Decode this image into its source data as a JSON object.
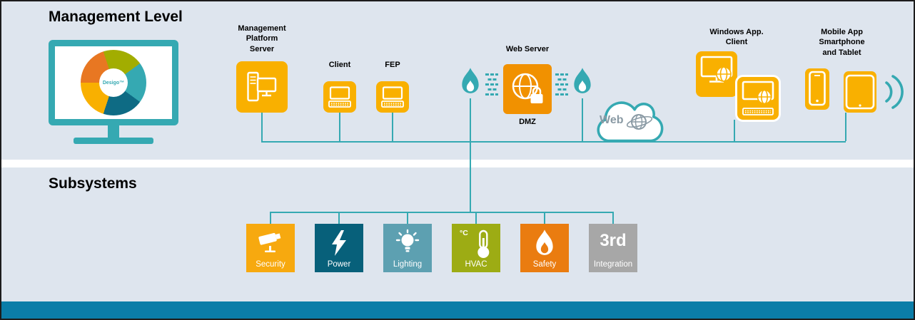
{
  "colors": {
    "teal": "#35a9b2",
    "band_bg": "#dee5ee",
    "bottom_bar": "#0b7da8",
    "device_yellow": "#f9b000",
    "web_server_orange": "#f19100",
    "cloud_text_gray": "#8a9aa4"
  },
  "headings": {
    "management_level": "Management Level",
    "subsystems": "Subsystems"
  },
  "management": {
    "mps_label": "Management\nPlatform\nServer",
    "client_label": "Client",
    "fep_label": "FEP",
    "web_server_label": "Web Server",
    "dmz_label": "DMZ",
    "cloud_label": "Web",
    "windows_label": "Windows App.\nClient",
    "mobile_label": "Mobile App\nSmartphone\nand Tablet"
  },
  "desigo": {
    "center_label": "Desigo™",
    "segments": [
      "#e87722",
      "#a2ad00",
      "#35a9b2",
      "#0e6b84",
      "#f9b000"
    ]
  },
  "subsystems": [
    {
      "label": "Security",
      "color": "#f7a90f"
    },
    {
      "label": "Power",
      "color": "#07607a"
    },
    {
      "label": "Lighting",
      "color": "#5da0b1"
    },
    {
      "label": "HVAC",
      "color": "#9dac14",
      "icon_text": "°C"
    },
    {
      "label": "Safety",
      "color": "#ea7c10"
    },
    {
      "label": "Integration",
      "color": "#a7a7a7",
      "big_text": "3rd"
    }
  ]
}
